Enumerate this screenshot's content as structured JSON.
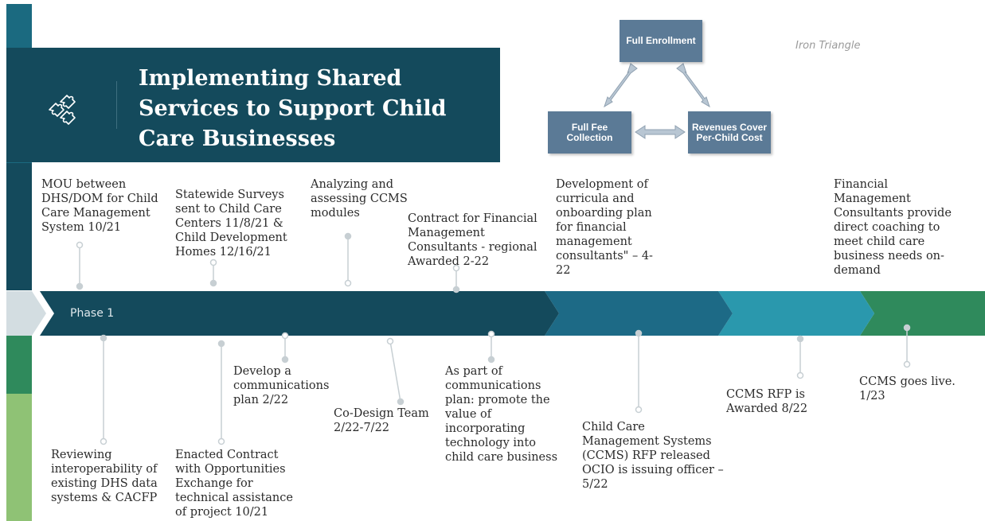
{
  "title": "Implementing Shared Services to Support Child Care Businesses",
  "icons": {
    "title_icon": "puzzle-icon"
  },
  "colors": {
    "title_bg": "#144a5c",
    "phase1": "#144a5c",
    "phase2": "#1d6a86",
    "phase3": "#2a98ad",
    "phase4": "#2f8a5c",
    "band_top": "#1b6a80",
    "band_mid_dark": "#144a5c",
    "band_green": "#2f8a5c",
    "band_light_green": "#8fc275",
    "triangle_box": "#5b7a96"
  },
  "iron_triangle": {
    "label": "Iron Triangle",
    "nodes": {
      "top": "Full Enrollment",
      "left": "Full Fee Collection",
      "right": "Revenues Cover Per-Child Cost"
    }
  },
  "timeline": {
    "phase_label": "Phase 1",
    "above_events": [
      "MOU between DHS/DOM for Child Care Management System 10/21",
      "Statewide Surveys sent to Child Care Centers 11/8/21 & Child Development Homes 12/16/21",
      "Analyzing and assessing CCMS modules",
      "Contract for Financial Management Consultants - regional Awarded 2-22",
      "Development of curricula and onboarding plan for financial management consultants\" – 4-22",
      "Financial Management Consultants provide direct coaching to meet child care business needs on-demand"
    ],
    "below_events": [
      "Reviewing interoperability of existing DHS data systems & CACFP",
      "Enacted Contract with Opportunities Exchange for technical assistance of project 10/21",
      "Develop a communications plan 2/22",
      "Co-Design Team 2/22-7/22",
      "As part of communications plan: promote the value of incorporating technology into child care business",
      "Child Care Management Systems (CCMS) RFP released OCIO is issuing officer – 5/22",
      "CCMS RFP is Awarded 8/22",
      "CCMS goes live. 1/23"
    ]
  }
}
